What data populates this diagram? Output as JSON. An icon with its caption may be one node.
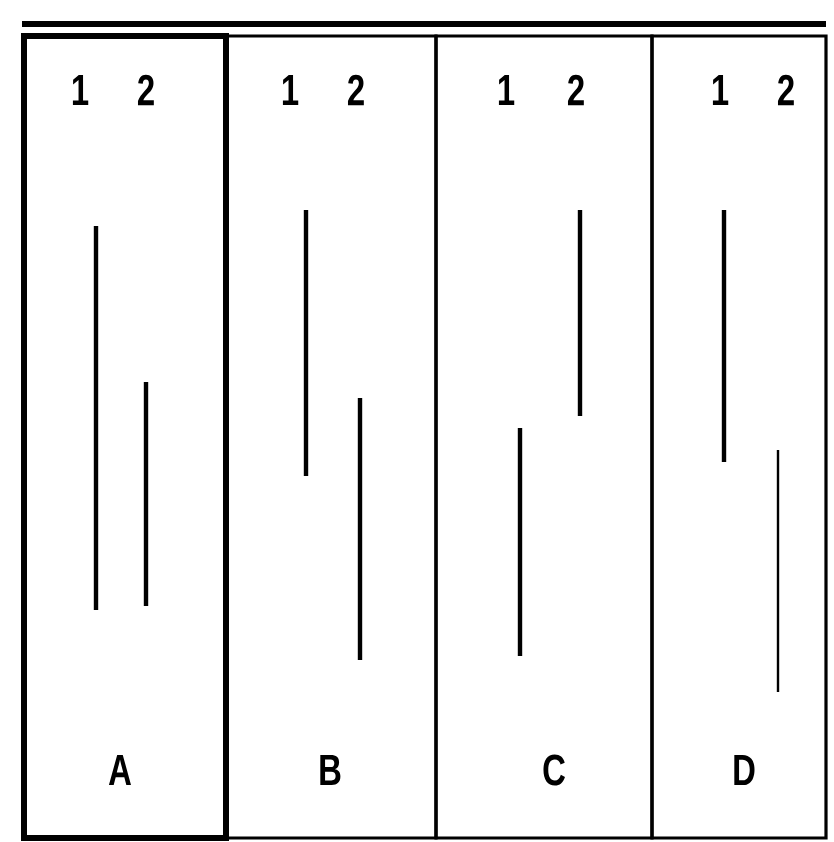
{
  "diagram": {
    "nodes": [
      {
        "text": [
          "1",
          "2",
          "A"
        ]
      },
      {
        "text": [
          "1",
          "2",
          "B"
        ]
      },
      {
        "text": [
          "1",
          "2",
          "C"
        ]
      },
      {
        "text": [
          "1",
          "2",
          "D"
        ]
      }
    ]
  }
}
